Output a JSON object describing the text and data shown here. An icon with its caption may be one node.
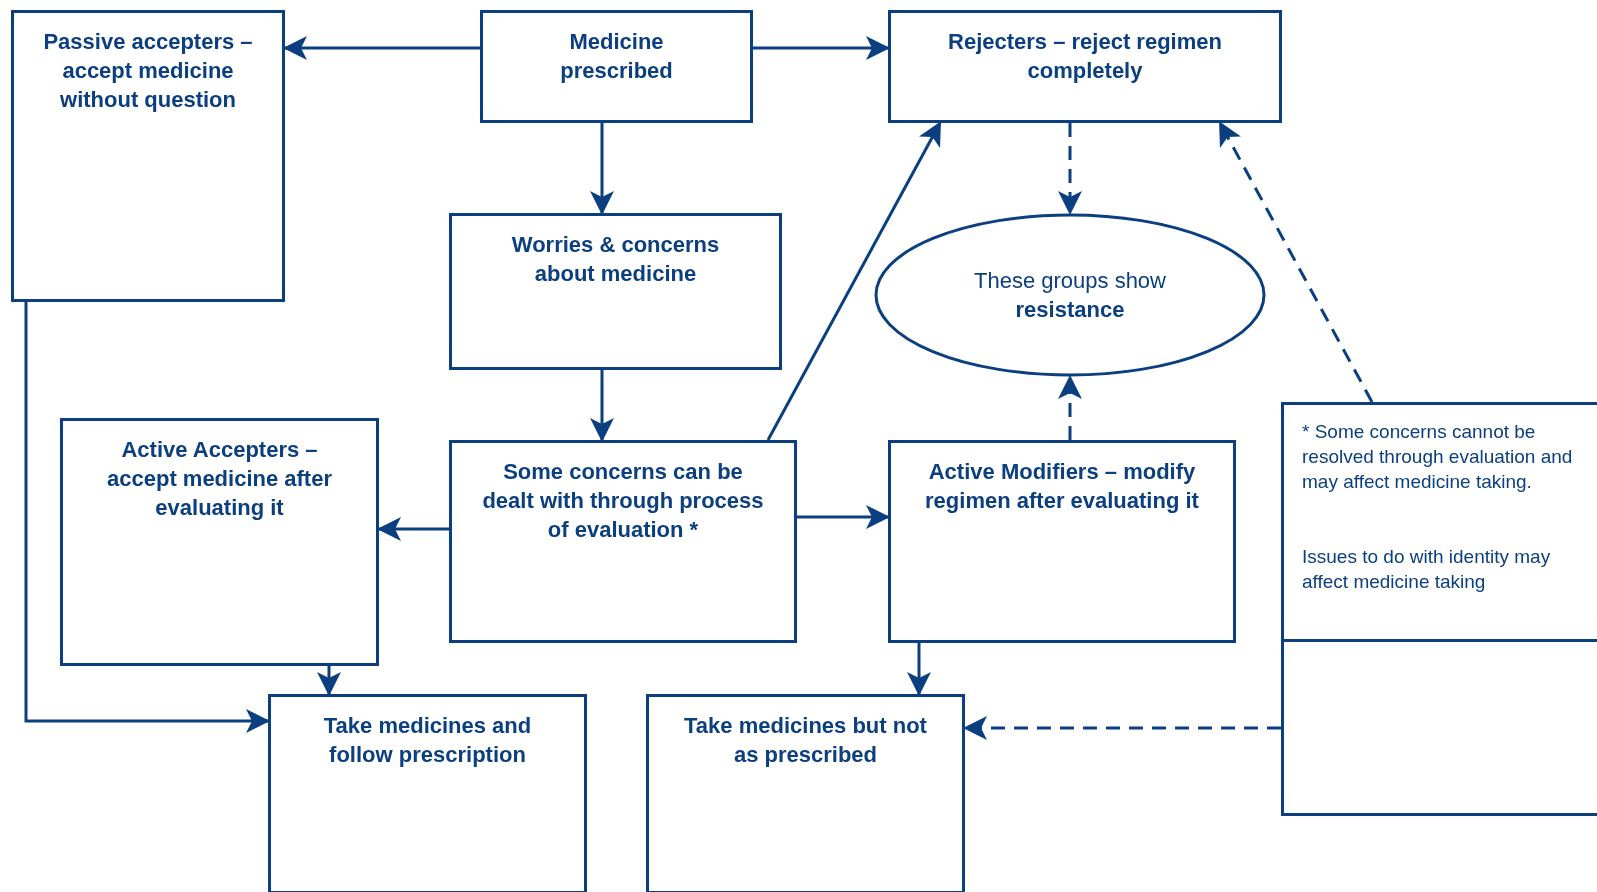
{
  "diagram": {
    "nodes": [
      {
        "text": [
          "Passive accepters – accept medicine without question"
        ]
      },
      {
        "text": [
          "Medicine prescribed"
        ]
      },
      {
        "text": [
          "Rejecters – reject regimen completely"
        ]
      },
      {
        "text": [
          "Worries & concerns about medicine"
        ]
      },
      {
        "text": [
          "These groups show **resistance**"
        ]
      },
      {
        "text": [
          "Active Accepters – accept medicine after evaluating it"
        ]
      },
      {
        "text": [
          "Some concerns can be dealt with through process of evaluation *"
        ]
      },
      {
        "text": [
          "Active Modifiers – modify regimen after evaluating it"
        ]
      },
      {
        "text": [
          "*  Some concerns cannot be resolved through evaluation and may affect medicine taking.",
          "Issues to do with identity may affect medicine taking"
        ]
      },
      {
        "text": [
          "Take medicines and follow prescription"
        ]
      },
      {
        "text": [
          "Take medicines but not as prescribed"
        ]
      }
    ],
    "edges": [
      {
        "from": 1,
        "to": 0,
        "arrow": "to"
      },
      {
        "from": 1,
        "to": 2,
        "arrow": "to"
      },
      {
        "from": 1,
        "to": 3,
        "arrow": "to"
      },
      {
        "from": 3,
        "to": 6,
        "arrow": "to"
      },
      {
        "from": 6,
        "to": 5,
        "arrow": "to"
      },
      {
        "from": 6,
        "to": 7,
        "arrow": "to"
      },
      {
        "from": 6,
        "to": 2,
        "arrow": "to"
      },
      {
        "from": 2,
        "to": 4,
        "arrow": "to",
        "style": "dashed"
      },
      {
        "from": 7,
        "to": 4,
        "arrow": "to",
        "style": "dashed"
      },
      {
        "from": 8,
        "to": 2,
        "arrow": "to",
        "style": "dashed"
      },
      {
        "from": 8,
        "to": 10,
        "arrow": "to",
        "style": "dashed"
      },
      {
        "from": 0,
        "to": 9,
        "arrow": "to"
      },
      {
        "from": 5,
        "to": 9,
        "arrow": "to"
      },
      {
        "from": 7,
        "to": 10,
        "arrow": "to"
      }
    ]
  }
}
